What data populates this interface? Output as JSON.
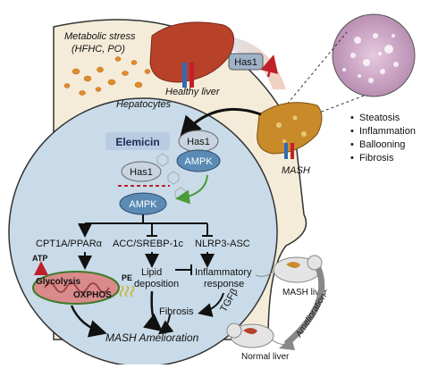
{
  "top": {
    "stress_line1": "Metabolic stress",
    "stress_line2": "(HFHC, PO)",
    "healthy_liver": "Healthy liver",
    "has1": "Has1",
    "mash": "MASH"
  },
  "features": [
    "Steatosis",
    "Inflammation",
    "Ballooning",
    "Fibrosis"
  ],
  "hepatocyte": {
    "label": "Hepatocytes",
    "elemicin": "Elemicin",
    "has1_top": "Has1",
    "ampk_top": "AMPK",
    "has1_mid": "Has1",
    "ampk_mid": "AMPK",
    "path_left": "CPT1A/PPARα",
    "path_mid": "ACC/SREBP-1c",
    "path_right": "NLRP3-ASC",
    "lipid1": "Lipid",
    "lipid2": "deposition",
    "inflam1": "Inflammatory",
    "inflam2": "response",
    "atp": "ATP",
    "glycolysis": "Glycolysis",
    "oxphos": "OXPHOS",
    "pe": "PE",
    "fibrosis": "Fibrosis",
    "tgf": "TGFβ",
    "amelioration": "MASH Amelioration"
  },
  "mice": {
    "mash_liver": "MASH liver",
    "normal_liver": "Normal liver",
    "amelioration": "Amelioration"
  },
  "colors": {
    "hepatocyte_fill": "#c9dbe8",
    "band_fill": "#f4ecd8",
    "liver": "#b8412a",
    "mash_liver": "#c98a2a",
    "protein": "#5b8bb5",
    "has1": "#9fb2c8"
  }
}
